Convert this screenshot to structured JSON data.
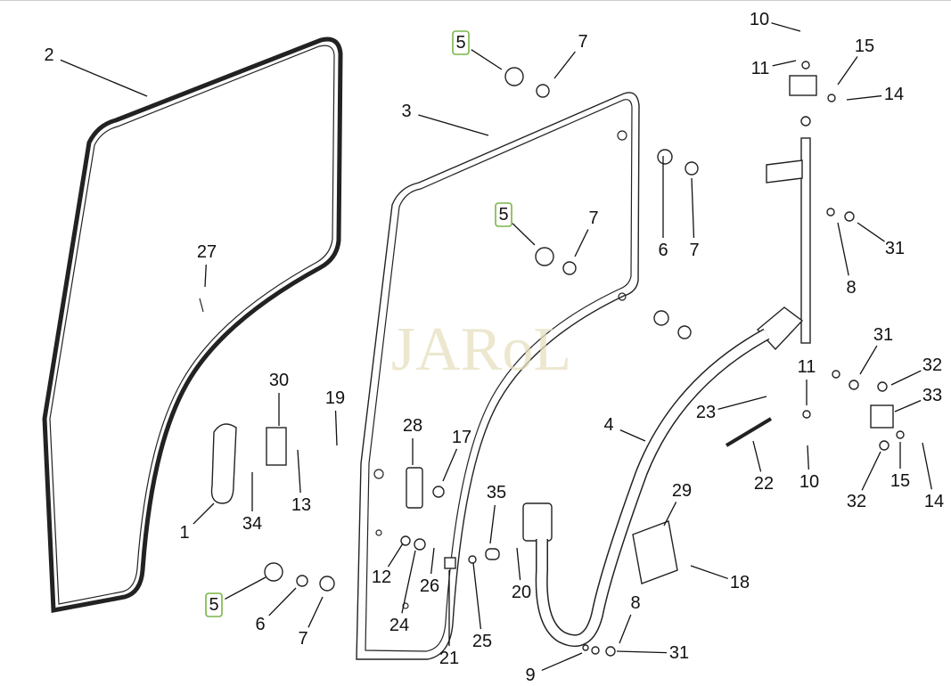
{
  "diagram": {
    "watermark": "JARoL",
    "highlight_color": "#7ab648",
    "callouts": [
      {
        "number": "10",
        "boxed": false
      },
      {
        "number": "15",
        "boxed": false
      },
      {
        "number": "11",
        "boxed": false
      },
      {
        "number": "14",
        "boxed": false
      },
      {
        "number": "2",
        "boxed": false
      },
      {
        "number": "5",
        "boxed": true
      },
      {
        "number": "7",
        "boxed": false
      },
      {
        "number": "3",
        "boxed": false
      },
      {
        "number": "27",
        "boxed": false
      },
      {
        "number": "5",
        "boxed": true
      },
      {
        "number": "7",
        "boxed": false
      },
      {
        "number": "6",
        "boxed": false
      },
      {
        "number": "7",
        "boxed": false
      },
      {
        "number": "31",
        "boxed": false
      },
      {
        "number": "8",
        "boxed": false
      },
      {
        "number": "31",
        "boxed": false
      },
      {
        "number": "11",
        "boxed": false
      },
      {
        "number": "32",
        "boxed": false
      },
      {
        "number": "33",
        "boxed": false
      },
      {
        "number": "30",
        "boxed": false
      },
      {
        "number": "19",
        "boxed": false
      },
      {
        "number": "28",
        "boxed": false
      },
      {
        "number": "17",
        "boxed": false
      },
      {
        "number": "4",
        "boxed": false
      },
      {
        "number": "23",
        "boxed": false
      },
      {
        "number": "22",
        "boxed": false
      },
      {
        "number": "10",
        "boxed": false
      },
      {
        "number": "29",
        "boxed": false
      },
      {
        "number": "35",
        "boxed": false
      },
      {
        "number": "1",
        "boxed": false
      },
      {
        "number": "34",
        "boxed": false
      },
      {
        "number": "13",
        "boxed": false
      },
      {
        "number": "32",
        "boxed": false
      },
      {
        "number": "15",
        "boxed": false
      },
      {
        "number": "14",
        "boxed": false
      },
      {
        "number": "12",
        "boxed": false
      },
      {
        "number": "26",
        "boxed": false
      },
      {
        "number": "20",
        "boxed": false
      },
      {
        "number": "18",
        "boxed": false
      },
      {
        "number": "5",
        "boxed": true
      },
      {
        "number": "6",
        "boxed": false
      },
      {
        "number": "7",
        "boxed": false
      },
      {
        "number": "24",
        "boxed": false
      },
      {
        "number": "8",
        "boxed": false
      },
      {
        "number": "25",
        "boxed": false
      },
      {
        "number": "21",
        "boxed": false
      },
      {
        "number": "9",
        "boxed": false
      },
      {
        "number": "31",
        "boxed": false
      }
    ]
  }
}
